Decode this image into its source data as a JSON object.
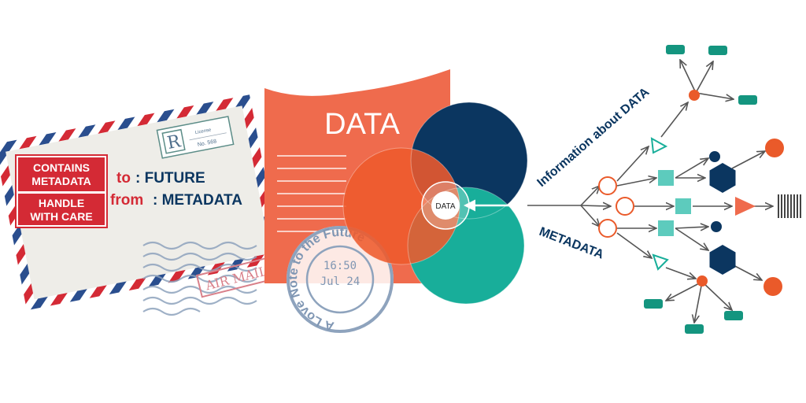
{
  "envelope": {
    "label_top": [
      "CONTAINS",
      "METADATA"
    ],
    "label_bottom": [
      "HANDLE",
      "WITH CARE"
    ],
    "to_prefix": "to",
    "to_value": ": FUTURE",
    "from_prefix": "from",
    "from_value": ": METADATA",
    "registration_letter": "R",
    "registration_license": "License",
    "registration_number": "No. 568",
    "airmail": "AIR MAIL"
  },
  "postmark": {
    "ring_text": "A Love Note to the Future",
    "time": "16:50",
    "date": "Jul 24"
  },
  "document": {
    "title": "DATA"
  },
  "venn": {
    "center_label": "DATA"
  },
  "network": {
    "upper_label": "Information about DATA",
    "lower_label": "METADATA"
  },
  "colors": {
    "coral": "#ef6b4d",
    "orange": "#ee5a2c",
    "navy": "#0b3660",
    "teal": "#18ae9a",
    "teal_dark": "#14957f",
    "node_orange": "#ea5a2a",
    "square_teal": "#5dcbbd",
    "envelope_red": "#d42a35",
    "envelope_blue": "#2a4e8e",
    "stamp_blue": "#8ea3bd",
    "airmail_pink": "#d9808a"
  }
}
